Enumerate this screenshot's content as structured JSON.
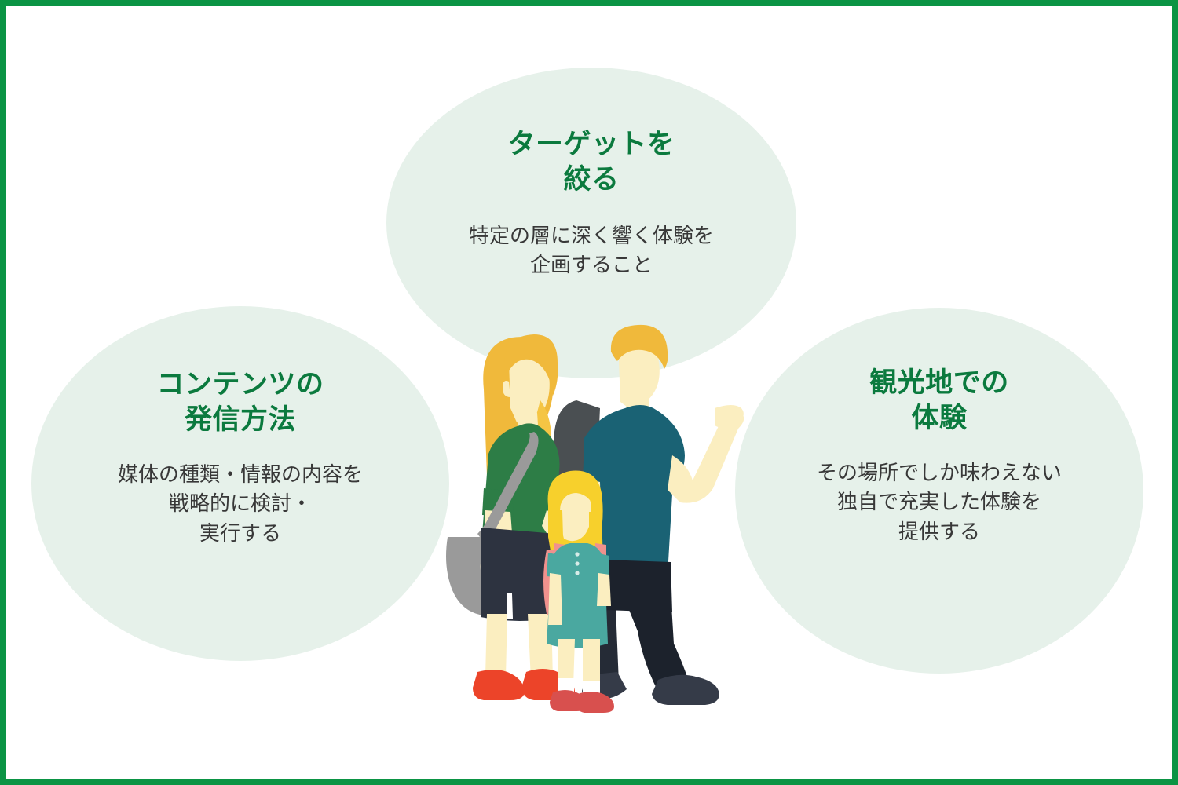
{
  "frame": {
    "border_color": "#0b9444",
    "background_color": "#ffffff"
  },
  "palette": {
    "bubble_fill": "#e6f1ea",
    "title_green": "#0b7a3e",
    "body_gray": "#383838",
    "hair_yellow": "#f0b93b",
    "skin": "#fbeec0",
    "woman_shirt_green": "#2d7d46",
    "man_shirt_teal": "#1a6274",
    "child_dress_teal": "#4aa8a0",
    "dark_navy": "#252b36",
    "bag_gray": "#9a9a9a",
    "backpack_dark": "#4a4f52",
    "shoe_red": "#ec4429",
    "child_shoe_red": "#d8504e",
    "child_backpack_pink": "#f0918d"
  },
  "bubbles": [
    {
      "id": "target",
      "title": "ターゲットを\n絞る",
      "body": "特定の層に深く響く体験を\n企画すること"
    },
    {
      "id": "content",
      "title": "コンテンツの\n発信方法",
      "body": "媒体の種類・情報の内容を\n戦略的に検討・\n実行する"
    },
    {
      "id": "experience",
      "title": "観光地での\n体験",
      "body": "その場所でしか味わえない\n独自で充実した体験を\n提供する"
    }
  ],
  "illustration": {
    "name": "family-tourists-illustration",
    "figures": [
      "mother",
      "child",
      "father"
    ]
  }
}
